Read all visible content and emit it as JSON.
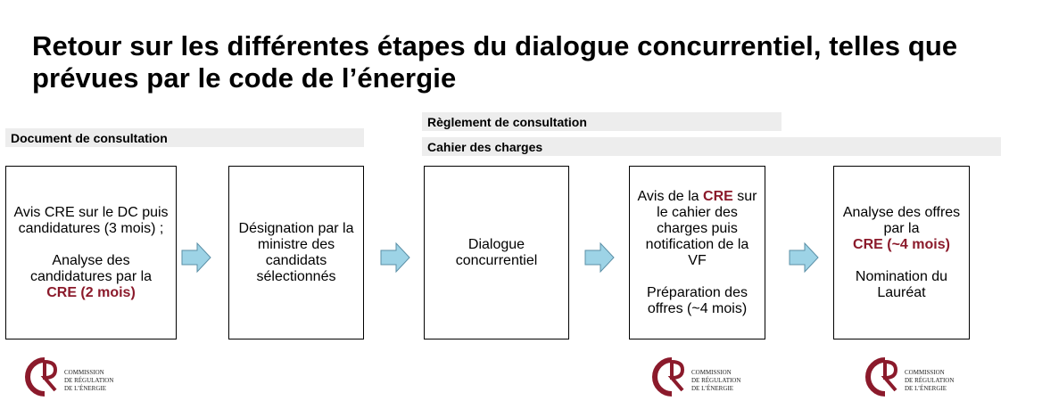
{
  "title": "Retour sur les différentes étapes du dialogue concurrentiel, telles que prévues par le code de l’énergie",
  "banners": {
    "document": "Document de consultation",
    "reglement": "Règlement de consultation",
    "cahier": "Cahier des charges"
  },
  "steps": {
    "s1": {
      "line1": "Avis CRE sur le DC puis candidatures (3 mois) ;",
      "line2": "Analyse des candidatures par la",
      "line2_red": "CRE (2 mois)"
    },
    "s2": {
      "text": "Désignation par la ministre des candidats sélectionnés"
    },
    "s3": {
      "text": "Dialogue concurrentiel"
    },
    "s4": {
      "pre": "Avis de la",
      "red": "CRE",
      "post": "sur le cahier des charges puis notification de la VF",
      "line2": "Préparation des offres (~4 mois)"
    },
    "s5": {
      "line1": "Analyse des offres par la",
      "line1_red": "CRE (~4 mois)",
      "line2": "Nomination du Lauréat"
    }
  },
  "logo": {
    "text": "COMMISSION\nDE RÉGULATION\nDE L’ÉNERGIE"
  },
  "colors": {
    "accent_red": "#8b1a2b",
    "arrow_fill": "#9dd3e6",
    "banner_bg": "#ededed"
  }
}
